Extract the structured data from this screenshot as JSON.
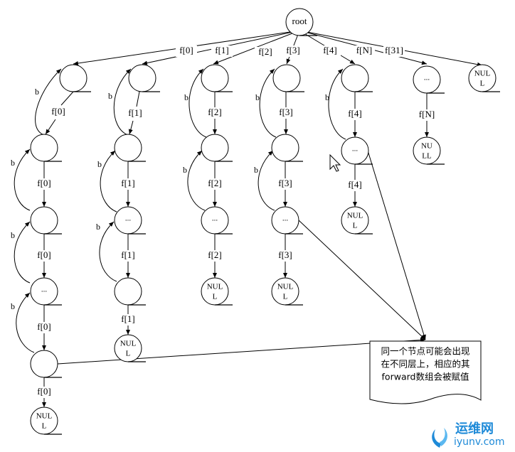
{
  "root": {
    "label": "root"
  },
  "top_labels": [
    "f[0]",
    "f[1]",
    "f[2]",
    "f[3]",
    "f[4]",
    "f[N]",
    "f[31]"
  ],
  "back_label": "b",
  "dots": "...",
  "null_label": [
    "NUL",
    "L"
  ],
  "null_label_ll": [
    "NU",
    "LL"
  ],
  "columns": [
    {
      "name": "f0",
      "link_label": "f[0]"
    },
    {
      "name": "f1",
      "link_label": "f[1]"
    },
    {
      "name": "f2",
      "link_label": "f[2]"
    },
    {
      "name": "f3",
      "link_label": "f[3]"
    },
    {
      "name": "f4",
      "link_label": "f[4]"
    },
    {
      "name": "fN",
      "link_label": "f[N]"
    }
  ],
  "note": {
    "lines": [
      "同一个节点可能会出现",
      "在不同层上，相应的其",
      "forward数组会被赋值"
    ]
  },
  "watermark": {
    "name": "运维网",
    "url": "iyunv.com"
  }
}
